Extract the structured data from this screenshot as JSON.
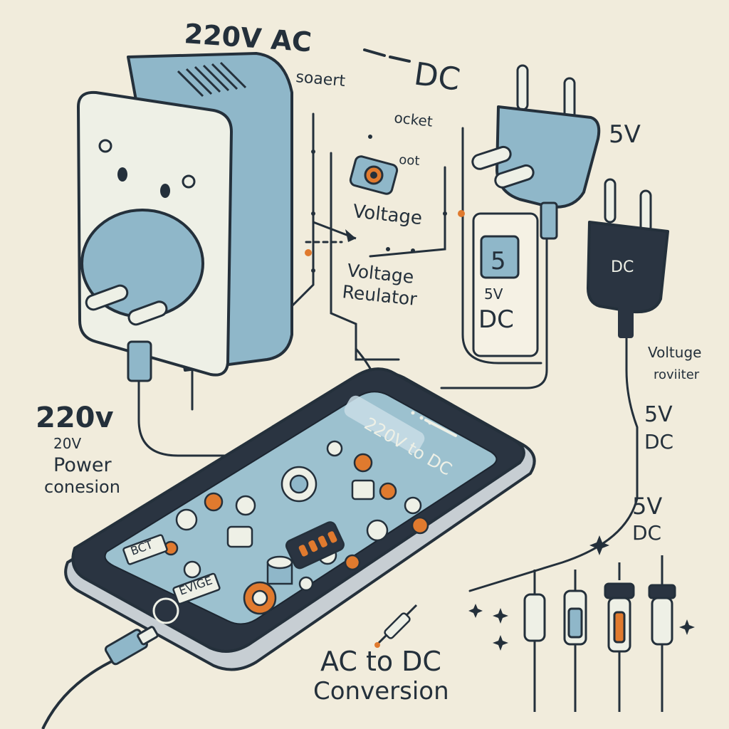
{
  "labels": {
    "ac_title": "220V AC",
    "socket_1": "soaert",
    "dc_top": "DC",
    "socket_2": "ocket",
    "socket_3": "oot",
    "five_v_right": "5V",
    "voltage": "Voltage",
    "voltage_regulator_1": "Voltage",
    "voltage_regulator_2": "Reulator",
    "panel_digit": "5",
    "panel_5v": "5V",
    "panel_dc": "DC",
    "plug_dc": "DC",
    "voltage_rectifier_1": "Voltuge",
    "voltage_rectifier_2": "roviiter",
    "five_v_mid": "5V",
    "dc_mid": "DC",
    "left_220v": "220v",
    "left_20v": "20V",
    "left_power": "Power",
    "left_conversion": "conesion",
    "five_v_low": "5V",
    "dc_low": "DC",
    "phone_banner": "220V to DC",
    "phone_tag_1": "BCT",
    "phone_tag_2": "EVIGE",
    "footer_1": "AC to DC",
    "footer_2": "Conversion"
  },
  "colors": {
    "background": "#f1ecdc",
    "outline": "#24303b",
    "blue": "#8fb7c9",
    "blue_dark": "#6d9db3",
    "cream": "#eef0e6",
    "orange": "#e07a2e",
    "phone_frame": "#2a3441",
    "screen": "#9cc1cf"
  },
  "icons": [
    "wall-adapter",
    "wall-plug",
    "usb-cable",
    "smartphone",
    "capacitor-component",
    "sparkle-icon"
  ]
}
